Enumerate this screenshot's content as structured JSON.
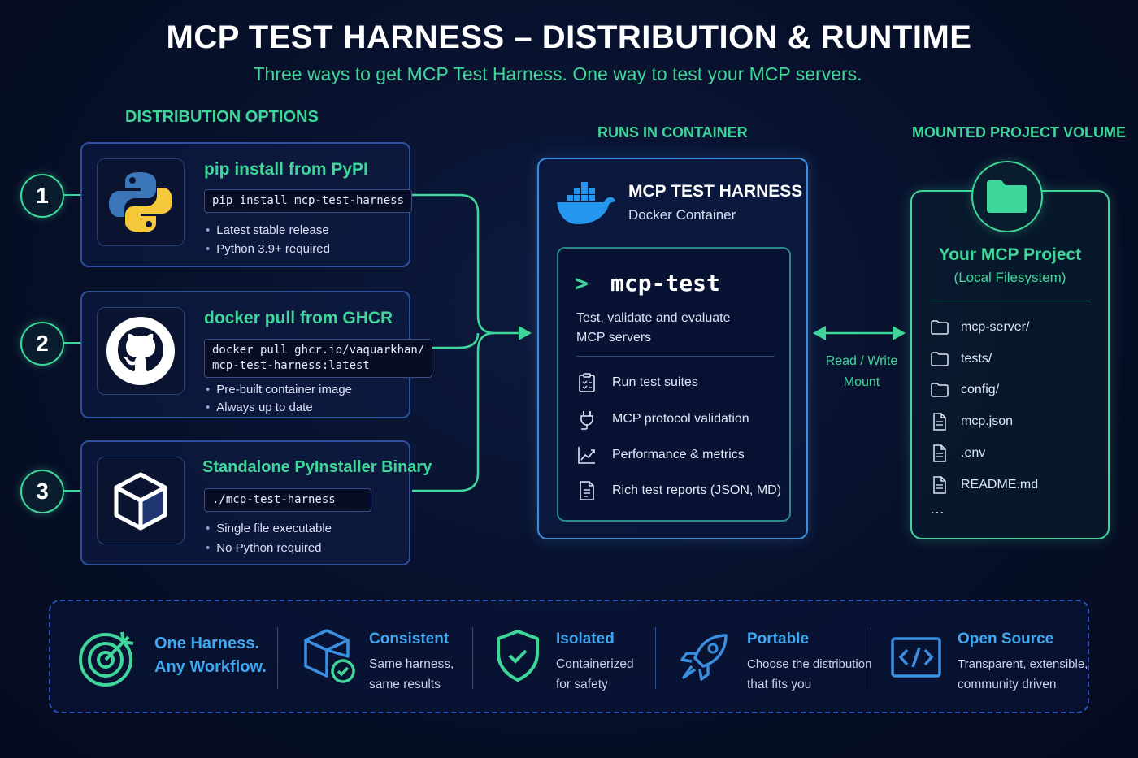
{
  "header": {
    "title": "MCP TEST HARNESS – DISTRIBUTION & RUNTIME",
    "subtitle": "Three ways to get MCP Test Harness. One way to test your MCP servers."
  },
  "sections": {
    "distribution": "DISTRIBUTION OPTIONS",
    "container": "RUNS IN CONTAINER",
    "volume": "MOUNTED PROJECT VOLUME"
  },
  "options": [
    {
      "number": "1",
      "title": "pip install from PyPI",
      "command": "pip install mcp-test-harness",
      "bullets": [
        "Latest stable release",
        "Python 3.9+ required"
      ],
      "icon": "python-logo-icon"
    },
    {
      "number": "2",
      "title": "docker pull from GHCR",
      "command": "docker pull ghcr.io/vaquarkhan/\nmcp-test-harness:latest",
      "bullets": [
        "Pre-built container image",
        "Always up to date"
      ],
      "icon": "github-logo-icon"
    },
    {
      "number": "3",
      "title": "Standalone PyInstaller Binary",
      "command": "./mcp-test-harness",
      "bullets": [
        "Single file executable",
        "No Python required"
      ],
      "icon": "cube-icon"
    }
  ],
  "container": {
    "title": "MCP TEST HARNESS",
    "subtitle": "Docker Container",
    "prompt": ">",
    "command": "mcp-test",
    "description": "Test, validate and evaluate MCP servers",
    "features": [
      {
        "label": "Run test suites",
        "icon": "clipboard-icon"
      },
      {
        "label": "MCP protocol validation",
        "icon": "plug-icon"
      },
      {
        "label": "Performance & metrics",
        "icon": "chart-line-icon"
      },
      {
        "label": "Rich test reports (JSON, MD)",
        "icon": "document-icon"
      }
    ]
  },
  "mount": {
    "line1": "Read / Write",
    "line2": "Mount"
  },
  "project": {
    "title": "Your MCP Project",
    "subtitle": "(Local Filesystem)",
    "files": [
      {
        "name": "mcp-server/",
        "type": "folder"
      },
      {
        "name": "tests/",
        "type": "folder"
      },
      {
        "name": "config/",
        "type": "folder"
      },
      {
        "name": "mcp.json",
        "type": "file"
      },
      {
        "name": ".env",
        "type": "file"
      },
      {
        "name": "README.md",
        "type": "file"
      }
    ],
    "more": "…"
  },
  "benefits": [
    {
      "title": "One Harness.",
      "title2": "Any Workflow.",
      "icon": "target-icon"
    },
    {
      "title": "Consistent",
      "line1": "Same harness,",
      "line2": "same results",
      "icon": "box-check-icon"
    },
    {
      "title": "Isolated",
      "line1": "Containerized",
      "line2": "for safety",
      "icon": "shield-check-icon"
    },
    {
      "title": "Portable",
      "line1": "Choose the distribution",
      "line2": "that fits you",
      "icon": "rocket-icon"
    },
    {
      "title": "Open Source",
      "line1": "Transparent, extensible,",
      "line2": "community driven",
      "icon": "code-icon"
    }
  ],
  "colors": {
    "green": "#3fd69a",
    "blue": "#3a8fe0",
    "background": "#07102a"
  }
}
